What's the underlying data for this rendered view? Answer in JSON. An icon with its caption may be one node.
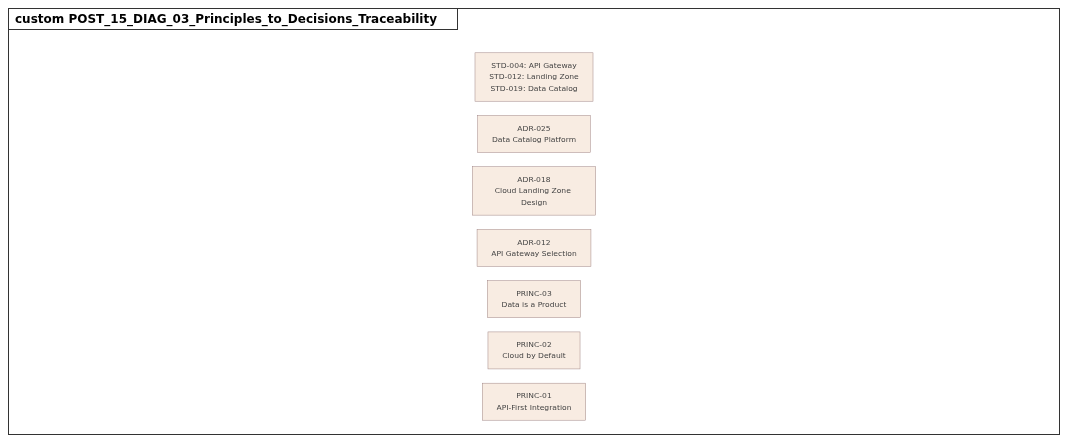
{
  "diagram": {
    "title": "custom POST_15_DIAG_03_Principles_to_Decisions_Traceability",
    "nodes": [
      {
        "text": [
          "STD-004: API Gateway",
          "STD-012: Landing Zone",
          "STD-019: Data Catalog"
        ]
      },
      {
        "text": [
          "ADR-025",
          "Data Catalog Platform"
        ]
      },
      {
        "text": [
          "ADR-018",
          "Cloud Landing Zone Design"
        ]
      },
      {
        "text": [
          "ADR-012",
          "API Gateway Selection"
        ]
      },
      {
        "text": [
          "PRINC-03",
          "Data is a Product"
        ]
      },
      {
        "text": [
          "PRINC-02",
          "Cloud by Default"
        ]
      },
      {
        "text": [
          "PRINC-01",
          "API-First Integration"
        ]
      }
    ],
    "edges": []
  }
}
